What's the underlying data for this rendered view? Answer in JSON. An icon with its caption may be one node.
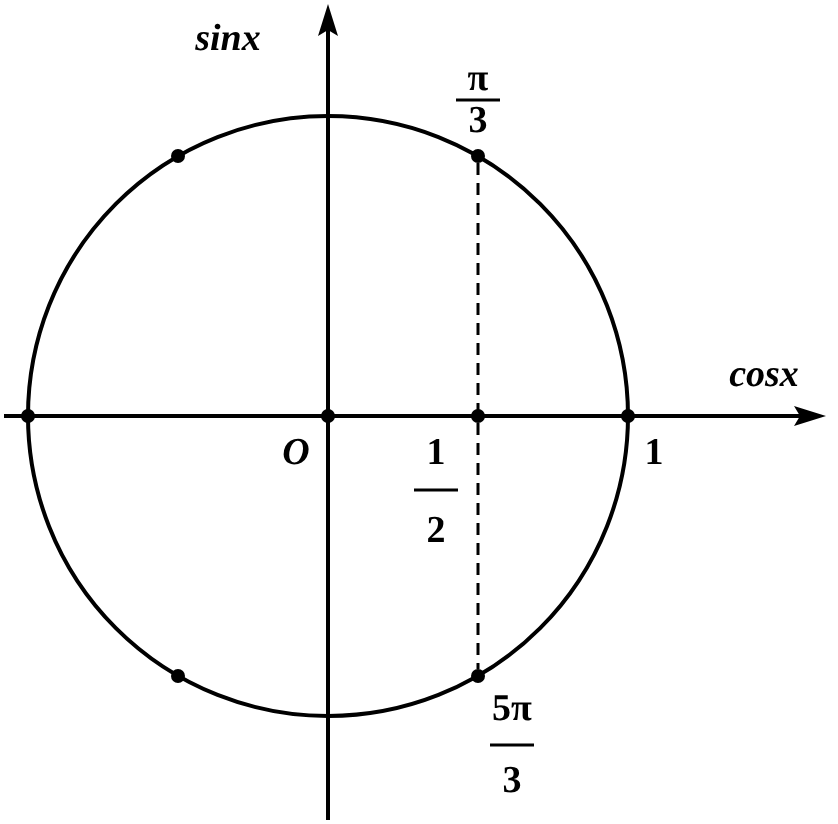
{
  "diagram": {
    "nodes": [
      {
        "text": [],
        "shape": "circle"
      },
      {
        "text": [],
        "shape": "circle"
      }
    ],
    "edges": [
      {
        "from": 0,
        "to": 1,
        "arrow": "none",
        "style": "dashed"
      }
    ],
    "labels": [
      "sinx",
      "π",
      "3",
      "cosx",
      "O",
      "1",
      "1",
      "2",
      "5π",
      "3"
    ]
  }
}
